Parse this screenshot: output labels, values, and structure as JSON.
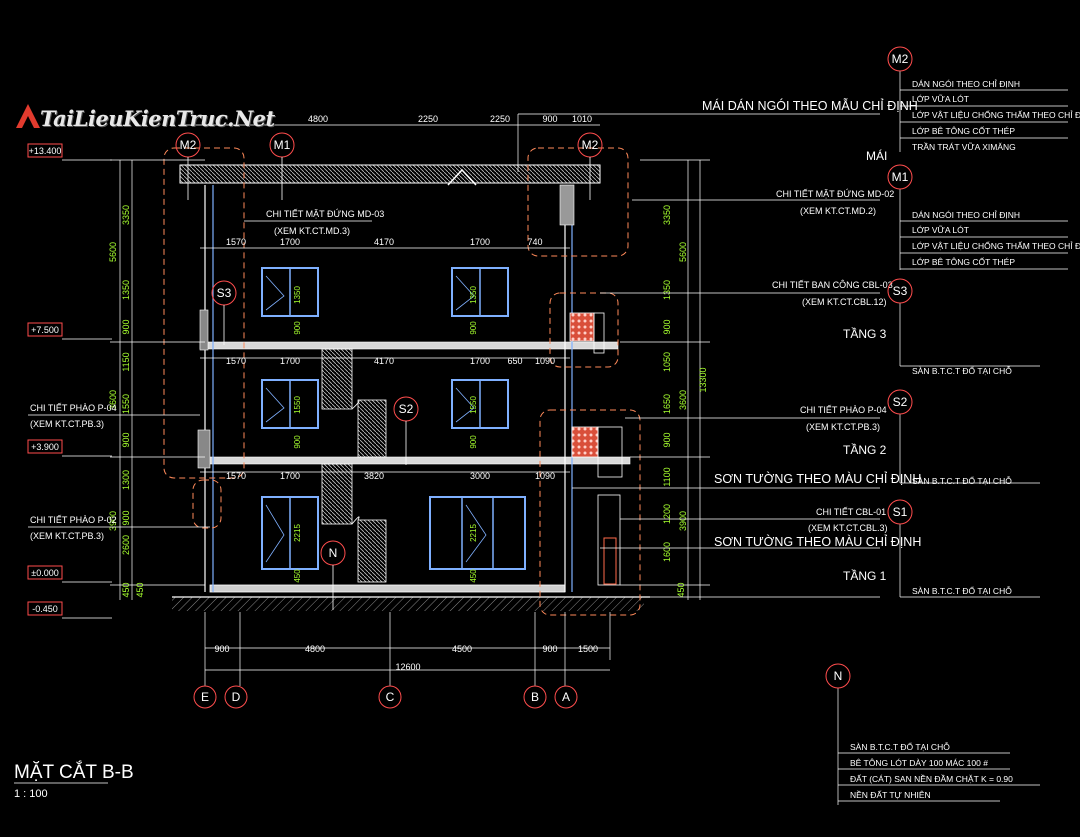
{
  "watermark": {
    "text": "TaiLieuKienTruc.Net"
  },
  "title": {
    "main": "MẶT CẮT B-B",
    "scale": "1 : 100"
  },
  "elevations": {
    "top": "+13.400",
    "floor3": "+7.500",
    "floor2": "+3.900",
    "floor1": "±0.000",
    "ground": "-0.450"
  },
  "dims_top": [
    "4800",
    "2250",
    "2250",
    "900",
    "1010"
  ],
  "dims_row1": [
    "1570",
    "1700",
    "4170",
    "1700",
    "740"
  ],
  "dims_row2": [
    "1570",
    "1700",
    "4170",
    "1700",
    "650",
    "1090"
  ],
  "dims_row3": [
    "1570",
    "1700",
    "3820",
    "3000",
    "1090"
  ],
  "dims_bottom": [
    "900",
    "4800",
    "4500",
    "900",
    "1500"
  ],
  "dims_total": "12600",
  "dims_left_outer": [
    "5600",
    "3600",
    "3900"
  ],
  "dims_left_inner": [
    "3350",
    "1350",
    "900",
    "1150",
    "1550",
    "900",
    "1300",
    "900",
    "2600",
    "450",
    "450"
  ],
  "dims_right_outer": [
    "5600",
    "3600",
    "3900"
  ],
  "dims_right_inner": [
    "3350",
    "1350",
    "900",
    "1050",
    "1650",
    "900",
    "1100",
    "1200",
    "1600",
    "450"
  ],
  "dims_total_right": "13300",
  "window_dims": [
    "1350",
    "900",
    "1550",
    "900",
    "2215",
    "450"
  ],
  "grid_axes": [
    "E",
    "D",
    "C",
    "B",
    "A"
  ],
  "section_markers": [
    "M2",
    "M1",
    "M2",
    "S3",
    "S2",
    "N"
  ],
  "left_notes": [
    {
      "line1": "CHI TIẾT PHÀO P-04",
      "line2": "(XEM KT.CT.PB.3)"
    },
    {
      "line1": "CHI TIẾT PHÀO P-02",
      "line2": "(XEM KT.CT.PB.3)"
    }
  ],
  "center_note": {
    "line1": "CHI TIẾT MẶT ĐỨNG MD-03",
    "line2": "(XEM KT.CT.MD.3)"
  },
  "right_notes": {
    "roof_label": "MÁI DÁN NGÓI THEO MẪU CHỈ ĐỊNH",
    "md02": "CHI TIẾT MẶT ĐỨNG MD-02",
    "md02_ref": "(XEM KT.CT.MD.2)",
    "cbl03": "CHI TIẾT BAN CÔNG CBL-03",
    "cbl03_ref": "(XEM KT.CT.CBL.12)",
    "p04": "CHI TIẾT PHÀO P-04",
    "p04_ref": "(XEM KT.CT.PB.3)",
    "paint1": "SƠN TƯỜNG THEO MÀU CHỈ ĐỊNH",
    "cbl01": "CHI TIẾT CBL-01",
    "cbl01_ref": "(XEM KT.CT.CBL.3)",
    "paint2": "SƠN TƯỜNG THEO MÀU CHỈ ĐỊNH",
    "mai": "MÁI",
    "floor3": "TẦNG 3",
    "floor2": "TẦNG 2",
    "floor1": "TẦNG 1"
  },
  "legend_M2": {
    "marker": "M2",
    "items": [
      "DÁN NGÓI THEO CHỈ ĐỊNH",
      "LỚP VỮA LÓT",
      "LỚP VẬT LIỆU CHỐNG THẤM THEO CHỈ ĐỊNH",
      "LỚP BÊ TÔNG CỐT THÉP",
      "TRẦN TRÁT VỮA XIMĂNG"
    ]
  },
  "legend_M1": {
    "marker": "M1",
    "items": [
      "DÁN NGÓI THEO CHỈ ĐỊNH",
      "LỚP VỮA LÓT",
      "LỚP VẬT LIỆU CHỐNG THẤM THEO CHỈ ĐỊNH",
      "LỚP BÊ TÔNG CỐT THÉP"
    ]
  },
  "legend_S3": {
    "marker": "S3",
    "items": [
      "SÀN B.T.C.T ĐỔ TẠI CHỖ"
    ]
  },
  "legend_S2": {
    "marker": "S2",
    "items": [
      "SÀN B.T.C.T ĐỔ TẠI CHỖ"
    ]
  },
  "legend_S1": {
    "marker": "S1",
    "items": [
      "SÀN B.T.C.T ĐỔ TẠI CHỖ"
    ]
  },
  "legend_N": {
    "marker": "N",
    "items": [
      "SÀN B.T.C.T ĐỔ TẠI CHỖ",
      "BÊ TÔNG LÓT DÀY 100 MÁC 100 #",
      "ĐẤT (CÁT) SAN NỀN ĐẦM CHẶT K = 0.90",
      "NỀN ĐẤT TỰ NHIÊN"
    ]
  }
}
